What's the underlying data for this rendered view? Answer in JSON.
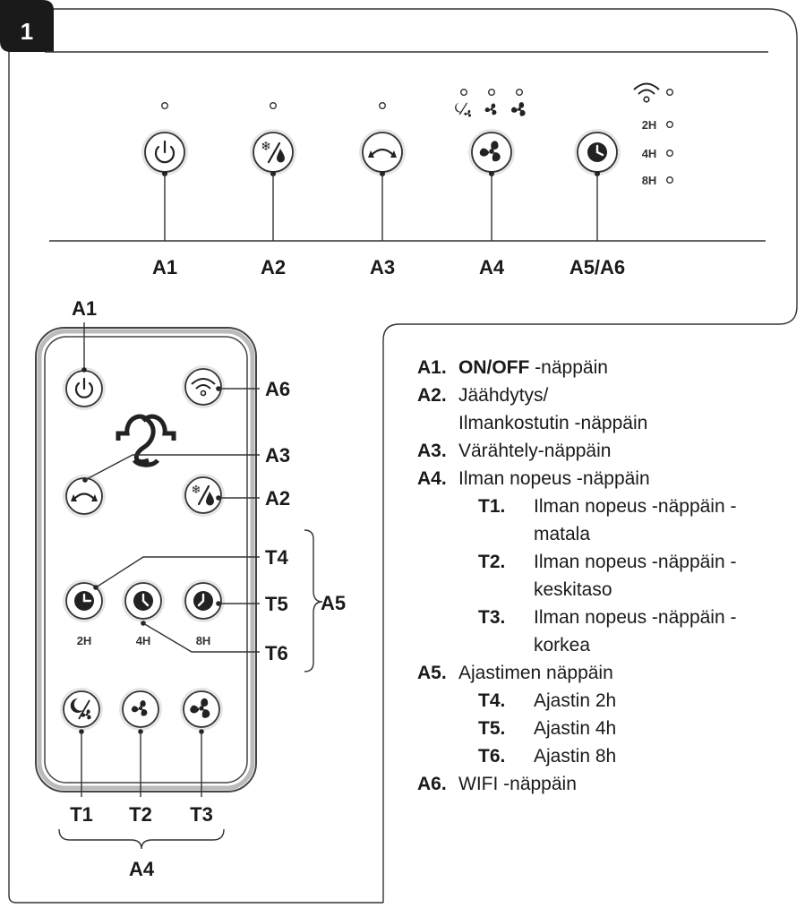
{
  "figure": {
    "number": "1"
  },
  "panel": {
    "labels": {
      "a1": "A1",
      "a2": "A2",
      "a3": "A3",
      "a4": "A4",
      "a56": "A5/A6"
    },
    "timer_options": [
      "2H",
      "4H",
      "8H"
    ]
  },
  "remote": {
    "top_label": "A1",
    "side_labels": {
      "a6": "A6",
      "a3": "A3",
      "a2": "A2",
      "t4": "T4",
      "t5": "T5",
      "a5": "A5",
      "t6": "T6"
    },
    "timer_labels": [
      "2H",
      "4H",
      "8H"
    ],
    "bottom_labels": [
      "T1",
      "T2",
      "T3"
    ],
    "bottom_group": "A4"
  },
  "legend": [
    {
      "key": "A1.",
      "bold": "ON",
      "sep": "/",
      "bold2": "OFF",
      "text": " -näppäin"
    },
    {
      "key": "A2.",
      "text": "Jäähdytys/",
      "cont": "Ilmankostutin -näppäin"
    },
    {
      "key": "A3.",
      "text": "Värähtely-näppäin"
    },
    {
      "key": "A4.",
      "text": "Ilman nopeus -näppäin"
    },
    {
      "key": "T1.",
      "text": "Ilman nopeus -näppäin -",
      "cont": "matala",
      "sub": true
    },
    {
      "key": "T2.",
      "text": "Ilman nopeus -näppäin -",
      "cont": "keskitaso",
      "sub": true
    },
    {
      "key": "T3.",
      "text": "Ilman nopeus -näppäin -",
      "cont": "korkea",
      "sub": true
    },
    {
      "key": "A5.",
      "text": "Ajastimen näppäin"
    },
    {
      "key": "T4.",
      "text": "Ajastin 2h",
      "sub": true
    },
    {
      "key": "T5.",
      "text": "Ajastin 4h",
      "sub": true
    },
    {
      "key": "T6.",
      "text": "Ajastin 8h",
      "sub": true
    },
    {
      "key": "A6.",
      "text": "WIFI -näppäin"
    }
  ]
}
